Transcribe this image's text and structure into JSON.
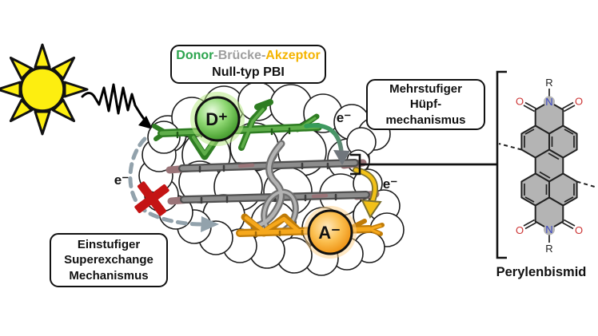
{
  "figure": {
    "header_box": {
      "donor": "Donor",
      "separator": "-",
      "bridge": "Brücke",
      "acceptor": "Akzeptor",
      "subtitle": "Null-typ PBI"
    },
    "hopping_box": {
      "line1": "Mehrstufiger",
      "line2": "Hüpf-",
      "line3": "mechanismus"
    },
    "superexchange_box": {
      "line1": "Einstufiger",
      "line2": "Superexchange",
      "line3": "Mechanismus"
    },
    "states": {
      "donor": "D⁺",
      "acceptor": "A⁻"
    },
    "electron": "e⁻",
    "structure": {
      "caption": "Perylenbismid",
      "r_group": "R",
      "nitrogen": "N",
      "oxygen": "O"
    },
    "icons": {
      "sun": "sun-icon",
      "photon": "photon-wave-icon",
      "blocked": "red-x-icon",
      "cloud": "aggregate-cloud"
    },
    "colors": {
      "donor_green": "#2ca44e",
      "bridge_gray": "#9e9e9e",
      "acceptor_gold": "#f4b400",
      "state_donor_fill": "#6cc04a",
      "state_acceptor_fill": "#f5a623",
      "blocked_red": "#c41414",
      "superexchange_arrow_gray": "#92a2ac",
      "sun_yellow": "#fdee10",
      "nitrogen_blue": "#3a45c4",
      "oxygen_red": "#cc3333",
      "perylene_core_gray": "#b4b4b4"
    }
  }
}
